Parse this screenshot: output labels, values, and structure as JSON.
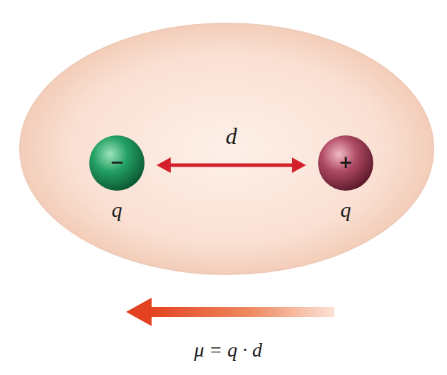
{
  "diagram": {
    "nodes": [
      {
        "text": [
          "−",
          "q"
        ]
      },
      {
        "text": [
          "+",
          "q"
        ]
      }
    ],
    "edges": [
      {
        "from": 0,
        "to": 1,
        "arrow": "both",
        "label": "d"
      }
    ],
    "labels": [
      "μ = q · d"
    ]
  }
}
